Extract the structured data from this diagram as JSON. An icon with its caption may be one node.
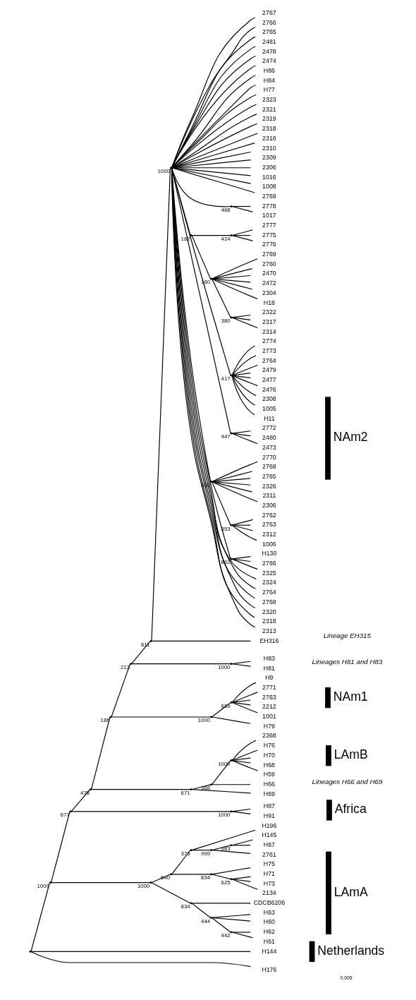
{
  "diagram": {
    "nodes": [
      {
        "text": [],
        "shape": "point"
      },
      {
        "text": [],
        "shape": "point",
        "beside": [
          "1000"
        ]
      },
      {
        "text": [],
        "shape": "point",
        "beside": [
          "677"
        ]
      },
      {
        "text": [],
        "shape": "point",
        "beside": [
          "478"
        ]
      },
      {
        "text": [],
        "shape": "point",
        "beside": [
          "186"
        ]
      },
      {
        "text": [],
        "shape": "point",
        "beside": [
          "213"
        ]
      },
      {
        "text": [],
        "shape": "point",
        "beside": [
          "611"
        ]
      },
      {
        "text": [],
        "shape": "point",
        "beside": [
          "1000"
        ]
      },
      {
        "text": [
          "2767"
        ]
      },
      {
        "text": [
          "2766"
        ]
      },
      {
        "text": [
          "2765"
        ]
      },
      {
        "text": [
          "2481"
        ]
      },
      {
        "text": [
          "2478"
        ]
      },
      {
        "text": [
          "2474"
        ]
      },
      {
        "text": [
          "H86"
        ]
      },
      {
        "text": [
          "H84"
        ]
      },
      {
        "text": [
          "H77"
        ]
      },
      {
        "text": [
          "2323"
        ]
      },
      {
        "text": [
          "2321"
        ]
      },
      {
        "text": [
          "2319"
        ]
      },
      {
        "text": [
          "2318"
        ]
      },
      {
        "text": [
          "2316"
        ]
      },
      {
        "text": [
          "2310"
        ]
      },
      {
        "text": [
          "2309"
        ]
      },
      {
        "text": [
          "2306"
        ]
      },
      {
        "text": [
          "1016"
        ]
      },
      {
        "text": [
          "1008"
        ]
      },
      {
        "text": [
          "2769"
        ]
      },
      {
        "text": [],
        "shape": "point",
        "beside": [
          "468"
        ]
      },
      {
        "text": [
          "2778"
        ]
      },
      {
        "text": [
          "1017"
        ]
      },
      {
        "text": [],
        "shape": "point",
        "beside": [
          "162"
        ]
      },
      {
        "text": [],
        "shape": "point",
        "beside": [
          "424"
        ]
      },
      {
        "text": [
          "2777"
        ]
      },
      {
        "text": [
          "2775"
        ]
      },
      {
        "text": [
          "2776"
        ]
      },
      {
        "text": [],
        "shape": "point",
        "beside": [
          "160"
        ]
      },
      {
        "text": [
          "2769"
        ]
      },
      {
        "text": [
          "2760"
        ]
      },
      {
        "text": [
          "2470"
        ]
      },
      {
        "text": [
          "2472"
        ]
      },
      {
        "text": [
          "2304"
        ]
      },
      {
        "text": [
          "H18"
        ]
      },
      {
        "text": [],
        "shape": "point",
        "beside": [
          "380"
        ]
      },
      {
        "text": [
          "2322"
        ]
      },
      {
        "text": [
          "2317"
        ]
      },
      {
        "text": [
          "2314"
        ]
      },
      {
        "text": [],
        "shape": "point",
        "beside": [
          "417"
        ]
      },
      {
        "text": [
          "2774"
        ]
      },
      {
        "text": [
          "2773"
        ]
      },
      {
        "text": [
          "2764"
        ]
      },
      {
        "text": [
          "2479"
        ]
      },
      {
        "text": [
          "2477"
        ]
      },
      {
        "text": [
          "2476"
        ]
      },
      {
        "text": [
          "2308"
        ]
      },
      {
        "text": [
          "1005"
        ]
      },
      {
        "text": [
          "H11"
        ]
      },
      {
        "text": [],
        "shape": "point",
        "beside": [
          "447"
        ]
      },
      {
        "text": [
          "2772"
        ]
      },
      {
        "text": [
          "2480"
        ]
      },
      {
        "text": [
          "2473"
        ]
      },
      {
        "text": [],
        "shape": "point",
        "beside": [
          "480"
        ]
      },
      {
        "text": [
          "2770"
        ]
      },
      {
        "text": [
          "2768"
        ]
      },
      {
        "text": [
          "2765"
        ]
      },
      {
        "text": [
          "2326"
        ]
      },
      {
        "text": [
          "2311"
        ]
      },
      {
        "text": [
          "2306"
        ]
      },
      {
        "text": [],
        "shape": "point",
        "beside": [
          "353"
        ]
      },
      {
        "text": [
          "2762"
        ]
      },
      {
        "text": [
          "2763"
        ]
      },
      {
        "text": [
          "2312"
        ]
      },
      {
        "text": [
          "1006"
        ]
      },
      {
        "text": [],
        "shape": "point",
        "beside": [
          "862"
        ]
      },
      {
        "text": [
          "H130"
        ]
      },
      {
        "text": [
          "2766"
        ]
      },
      {
        "text": [
          "2325"
        ]
      },
      {
        "text": [
          "2324"
        ]
      },
      {
        "text": [
          "2764"
        ]
      },
      {
        "text": [
          "2768"
        ]
      },
      {
        "text": [
          "2320"
        ]
      },
      {
        "text": [
          "2318"
        ]
      },
      {
        "text": [
          "2313"
        ]
      },
      {
        "text": [
          "EH316"
        ]
      },
      {
        "text": [],
        "shape": "point",
        "beside": [
          "1000"
        ]
      },
      {
        "text": [
          "H83"
        ]
      },
      {
        "text": [
          "H81"
        ]
      },
      {
        "text": [],
        "shape": "point",
        "beside": [
          "1000"
        ]
      },
      {
        "text": [],
        "shape": "point",
        "beside": [
          "689"
        ]
      },
      {
        "text": [
          "H9"
        ]
      },
      {
        "text": [
          "2771"
        ]
      },
      {
        "text": [
          "2763"
        ]
      },
      {
        "text": [
          "2212"
        ]
      },
      {
        "text": [
          "1001"
        ]
      },
      {
        "text": [
          "H79"
        ]
      },
      {
        "text": [],
        "shape": "point",
        "beside": [
          "671"
        ]
      },
      {
        "text": [],
        "shape": "point",
        "beside": [
          "368"
        ]
      },
      {
        "text": [],
        "shape": "point",
        "beside": [
          "1000"
        ]
      },
      {
        "text": [
          "2368"
        ]
      },
      {
        "text": [
          "H76"
        ]
      },
      {
        "text": [
          "H70"
        ]
      },
      {
        "text": [
          "H68"
        ]
      },
      {
        "text": [
          "H59"
        ]
      },
      {
        "text": [
          "H66"
        ]
      },
      {
        "text": [
          "H69"
        ]
      },
      {
        "text": [],
        "shape": "point",
        "beside": [
          "1000"
        ]
      },
      {
        "text": [
          "H87"
        ]
      },
      {
        "text": [
          "H91"
        ]
      },
      {
        "text": [],
        "shape": "point",
        "beside": [
          "1000"
        ]
      },
      {
        "text": [],
        "shape": "point",
        "beside": [
          "640"
        ]
      },
      {
        "text": [],
        "shape": "point",
        "beside": [
          "373"
        ]
      },
      {
        "text": [
          "H196"
        ]
      },
      {
        "text": [],
        "shape": "point",
        "beside": [
          "999"
        ]
      },
      {
        "text": [],
        "shape": "point",
        "beside": [
          "983"
        ]
      },
      {
        "text": [
          "H145"
        ]
      },
      {
        "text": [
          "H67"
        ]
      },
      {
        "text": [
          "2761"
        ]
      },
      {
        "text": [],
        "shape": "point",
        "beside": [
          "834"
        ]
      },
      {
        "text": [
          "H75"
        ]
      },
      {
        "text": [],
        "shape": "point",
        "beside": [
          "625"
        ]
      },
      {
        "text": [
          "H71"
        ]
      },
      {
        "text": [
          "H73"
        ]
      },
      {
        "text": [
          "2134"
        ]
      },
      {
        "text": [],
        "shape": "point",
        "beside": [
          "834"
        ]
      },
      {
        "text": [
          "CDCB6206"
        ]
      },
      {
        "text": [],
        "shape": "point",
        "beside": [
          "444"
        ]
      },
      {
        "text": [
          "H63"
        ]
      },
      {
        "text": [
          "H60"
        ]
      },
      {
        "text": [],
        "shape": "point",
        "beside": [
          "442"
        ]
      },
      {
        "text": [
          "H62"
        ]
      },
      {
        "text": [
          "H61"
        ]
      },
      {
        "text": [
          "H144"
        ]
      },
      {
        "text": [
          "H176"
        ]
      }
    ],
    "edges": [
      {
        "from": 0,
        "to": 1,
        "arrow": "none"
      },
      {
        "from": 1,
        "to": 2,
        "arrow": "none"
      },
      {
        "from": 2,
        "to": 3,
        "arrow": "none"
      },
      {
        "from": 3,
        "to": 4,
        "arrow": "none"
      },
      {
        "from": 4,
        "to": 5,
        "arrow": "none"
      },
      {
        "from": 5,
        "to": 6,
        "arrow": "none"
      },
      {
        "from": 6,
        "to": 7,
        "arrow": "none"
      },
      {
        "from": 7,
        "to": 8,
        "arrow": "none"
      },
      {
        "from": 7,
        "to": 9,
        "arrow": "none"
      },
      {
        "from": 7,
        "to": 10,
        "arrow": "none"
      },
      {
        "from": 7,
        "to": 11,
        "arrow": "none"
      },
      {
        "from": 7,
        "to": 12,
        "arrow": "none"
      },
      {
        "from": 7,
        "to": 13,
        "arrow": "none"
      },
      {
        "from": 7,
        "to": 14,
        "arrow": "none"
      },
      {
        "from": 7,
        "to": 15,
        "arrow": "none"
      },
      {
        "from": 7,
        "to": 16,
        "arrow": "none"
      },
      {
        "from": 7,
        "to": 17,
        "arrow": "none"
      },
      {
        "from": 7,
        "to": 18,
        "arrow": "none"
      },
      {
        "from": 7,
        "to": 19,
        "arrow": "none"
      },
      {
        "from": 7,
        "to": 20,
        "arrow": "none"
      },
      {
        "from": 7,
        "to": 21,
        "arrow": "none"
      },
      {
        "from": 7,
        "to": 22,
        "arrow": "none"
      },
      {
        "from": 7,
        "to": 23,
        "arrow": "none"
      },
      {
        "from": 7,
        "to": 24,
        "arrow": "none"
      },
      {
        "from": 7,
        "to": 25,
        "arrow": "none"
      },
      {
        "from": 7,
        "to": 26,
        "arrow": "none"
      },
      {
        "from": 7,
        "to": 27,
        "arrow": "none"
      },
      {
        "from": 7,
        "to": 28,
        "arrow": "none"
      },
      {
        "from": 28,
        "to": 29,
        "arrow": "none"
      },
      {
        "from": 28,
        "to": 30,
        "arrow": "none"
      },
      {
        "from": 7,
        "to": 31,
        "arrow": "none"
      },
      {
        "from": 31,
        "to": 32,
        "arrow": "none"
      },
      {
        "from": 32,
        "to": 33,
        "arrow": "none"
      },
      {
        "from": 32,
        "to": 34,
        "arrow": "none"
      },
      {
        "from": 32,
        "to": 35,
        "arrow": "none"
      },
      {
        "from": 31,
        "to": 36,
        "arrow": "none"
      },
      {
        "from": 36,
        "to": 37,
        "arrow": "none"
      },
      {
        "from": 36,
        "to": 38,
        "arrow": "none"
      },
      {
        "from": 36,
        "to": 39,
        "arrow": "none"
      },
      {
        "from": 36,
        "to": 40,
        "arrow": "none"
      },
      {
        "from": 36,
        "to": 41,
        "arrow": "none"
      },
      {
        "from": 36,
        "to": 42,
        "arrow": "none"
      },
      {
        "from": 36,
        "to": 43,
        "arrow": "none"
      },
      {
        "from": 43,
        "to": 44,
        "arrow": "none"
      },
      {
        "from": 43,
        "to": 45,
        "arrow": "none"
      },
      {
        "from": 43,
        "to": 46,
        "arrow": "none"
      },
      {
        "from": 7,
        "to": 47,
        "arrow": "none"
      },
      {
        "from": 47,
        "to": 48,
        "arrow": "none"
      },
      {
        "from": 47,
        "to": 49,
        "arrow": "none"
      },
      {
        "from": 47,
        "to": 50,
        "arrow": "none"
      },
      {
        "from": 47,
        "to": 51,
        "arrow": "none"
      },
      {
        "from": 47,
        "to": 52,
        "arrow": "none"
      },
      {
        "from": 47,
        "to": 53,
        "arrow": "none"
      },
      {
        "from": 47,
        "to": 54,
        "arrow": "none"
      },
      {
        "from": 47,
        "to": 55,
        "arrow": "none"
      },
      {
        "from": 47,
        "to": 56,
        "arrow": "none"
      },
      {
        "from": 7,
        "to": 57,
        "arrow": "none"
      },
      {
        "from": 57,
        "to": 58,
        "arrow": "none"
      },
      {
        "from": 57,
        "to": 59,
        "arrow": "none"
      },
      {
        "from": 57,
        "to": 60,
        "arrow": "none"
      },
      {
        "from": 7,
        "to": 61,
        "arrow": "none"
      },
      {
        "from": 61,
        "to": 62,
        "arrow": "none"
      },
      {
        "from": 61,
        "to": 63,
        "arrow": "none"
      },
      {
        "from": 61,
        "to": 64,
        "arrow": "none"
      },
      {
        "from": 61,
        "to": 65,
        "arrow": "none"
      },
      {
        "from": 61,
        "to": 66,
        "arrow": "none"
      },
      {
        "from": 61,
        "to": 67,
        "arrow": "none"
      },
      {
        "from": 61,
        "to": 68,
        "arrow": "none"
      },
      {
        "from": 68,
        "to": 69,
        "arrow": "none"
      },
      {
        "from": 68,
        "to": 70,
        "arrow": "none"
      },
      {
        "from": 68,
        "to": 71,
        "arrow": "none"
      },
      {
        "from": 68,
        "to": 72,
        "arrow": "none"
      },
      {
        "from": 7,
        "to": 73,
        "arrow": "none"
      },
      {
        "from": 73,
        "to": 74,
        "arrow": "none"
      },
      {
        "from": 73,
        "to": 75,
        "arrow": "none"
      },
      {
        "from": 73,
        "to": 76,
        "arrow": "none"
      },
      {
        "from": 7,
        "to": 77,
        "arrow": "none"
      },
      {
        "from": 7,
        "to": 78,
        "arrow": "none"
      },
      {
        "from": 7,
        "to": 79,
        "arrow": "none"
      },
      {
        "from": 7,
        "to": 80,
        "arrow": "none"
      },
      {
        "from": 7,
        "to": 81,
        "arrow": "none"
      },
      {
        "from": 7,
        "to": 82,
        "arrow": "none"
      },
      {
        "from": 6,
        "to": 83,
        "arrow": "none"
      },
      {
        "from": 5,
        "to": 84,
        "arrow": "none"
      },
      {
        "from": 84,
        "to": 85,
        "arrow": "none"
      },
      {
        "from": 84,
        "to": 86,
        "arrow": "none"
      },
      {
        "from": 4,
        "to": 87,
        "arrow": "none"
      },
      {
        "from": 87,
        "to": 88,
        "arrow": "none"
      },
      {
        "from": 88,
        "to": 89,
        "arrow": "none"
      },
      {
        "from": 88,
        "to": 90,
        "arrow": "none"
      },
      {
        "from": 88,
        "to": 91,
        "arrow": "none"
      },
      {
        "from": 88,
        "to": 92,
        "arrow": "none"
      },
      {
        "from": 88,
        "to": 93,
        "arrow": "none"
      },
      {
        "from": 87,
        "to": 94,
        "arrow": "none"
      },
      {
        "from": 3,
        "to": 95,
        "arrow": "none"
      },
      {
        "from": 95,
        "to": 96,
        "arrow": "none"
      },
      {
        "from": 96,
        "to": 97,
        "arrow": "none"
      },
      {
        "from": 97,
        "to": 98,
        "arrow": "none"
      },
      {
        "from": 97,
        "to": 99,
        "arrow": "none"
      },
      {
        "from": 97,
        "to": 100,
        "arrow": "none"
      },
      {
        "from": 97,
        "to": 101,
        "arrow": "none"
      },
      {
        "from": 97,
        "to": 102,
        "arrow": "none"
      },
      {
        "from": 96,
        "to": 103,
        "arrow": "none"
      },
      {
        "from": 95,
        "to": 104,
        "arrow": "none"
      },
      {
        "from": 2,
        "to": 105,
        "arrow": "none"
      },
      {
        "from": 105,
        "to": 106,
        "arrow": "none"
      },
      {
        "from": 105,
        "to": 107,
        "arrow": "none"
      },
      {
        "from": 1,
        "to": 108,
        "arrow": "none"
      },
      {
        "from": 108,
        "to": 109,
        "arrow": "none"
      },
      {
        "from": 109,
        "to": 110,
        "arrow": "none"
      },
      {
        "from": 110,
        "to": 111,
        "arrow": "none"
      },
      {
        "from": 110,
        "to": 112,
        "arrow": "none"
      },
      {
        "from": 112,
        "to": 113,
        "arrow": "none"
      },
      {
        "from": 113,
        "to": 114,
        "arrow": "none"
      },
      {
        "from": 113,
        "to": 115,
        "arrow": "none"
      },
      {
        "from": 112,
        "to": 116,
        "arrow": "none"
      },
      {
        "from": 109,
        "to": 117,
        "arrow": "none"
      },
      {
        "from": 117,
        "to": 118,
        "arrow": "none"
      },
      {
        "from": 117,
        "to": 119,
        "arrow": "none"
      },
      {
        "from": 119,
        "to": 120,
        "arrow": "none"
      },
      {
        "from": 119,
        "to": 121,
        "arrow": "none"
      },
      {
        "from": 119,
        "to": 122,
        "arrow": "none"
      },
      {
        "from": 108,
        "to": 123,
        "arrow": "none"
      },
      {
        "from": 123,
        "to": 124,
        "arrow": "none"
      },
      {
        "from": 123,
        "to": 125,
        "arrow": "none"
      },
      {
        "from": 125,
        "to": 126,
        "arrow": "none"
      },
      {
        "from": 125,
        "to": 127,
        "arrow": "none"
      },
      {
        "from": 125,
        "to": 128,
        "arrow": "none"
      },
      {
        "from": 128,
        "to": 129,
        "arrow": "none"
      },
      {
        "from": 128,
        "to": 130,
        "arrow": "none"
      },
      {
        "from": 0,
        "to": 131,
        "arrow": "none"
      },
      {
        "from": 0,
        "to": 132,
        "arrow": "none"
      }
    ],
    "labels": [
      "NAm2",
      "Lineage EH315",
      "Lineages H81 and H83",
      "NAm1",
      "LAmB",
      "Lineages H66 and H69",
      "Africa",
      "LAmA",
      "Netherlands",
      "0.005"
    ]
  }
}
